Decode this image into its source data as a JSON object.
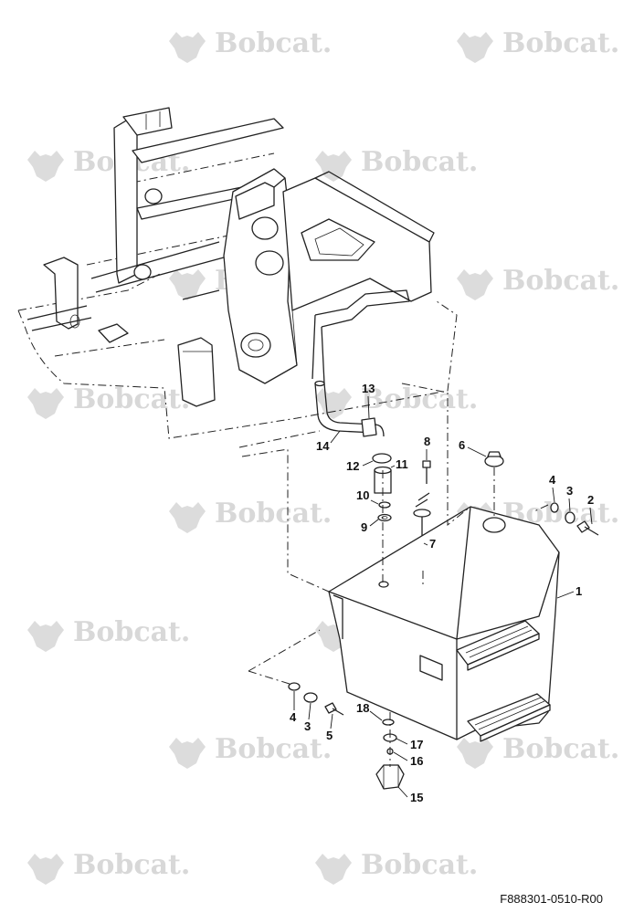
{
  "watermark": {
    "brand": "Bobcat",
    "trademark": "."
  },
  "drawing_code": "F888301-0510-R00",
  "callouts": [
    {
      "label": "1"
    },
    {
      "label": "2"
    },
    {
      "label": "3"
    },
    {
      "label": "4"
    },
    {
      "label": "5"
    },
    {
      "label": "6"
    },
    {
      "label": "7"
    },
    {
      "label": "8"
    },
    {
      "label": "9"
    },
    {
      "label": "10"
    },
    {
      "label": "11"
    },
    {
      "label": "12"
    },
    {
      "label": "13"
    },
    {
      "label": "14"
    },
    {
      "label": "15"
    },
    {
      "label": "16"
    },
    {
      "label": "17"
    },
    {
      "label": "18"
    },
    {
      "label": "3"
    },
    {
      "label": "4"
    }
  ]
}
